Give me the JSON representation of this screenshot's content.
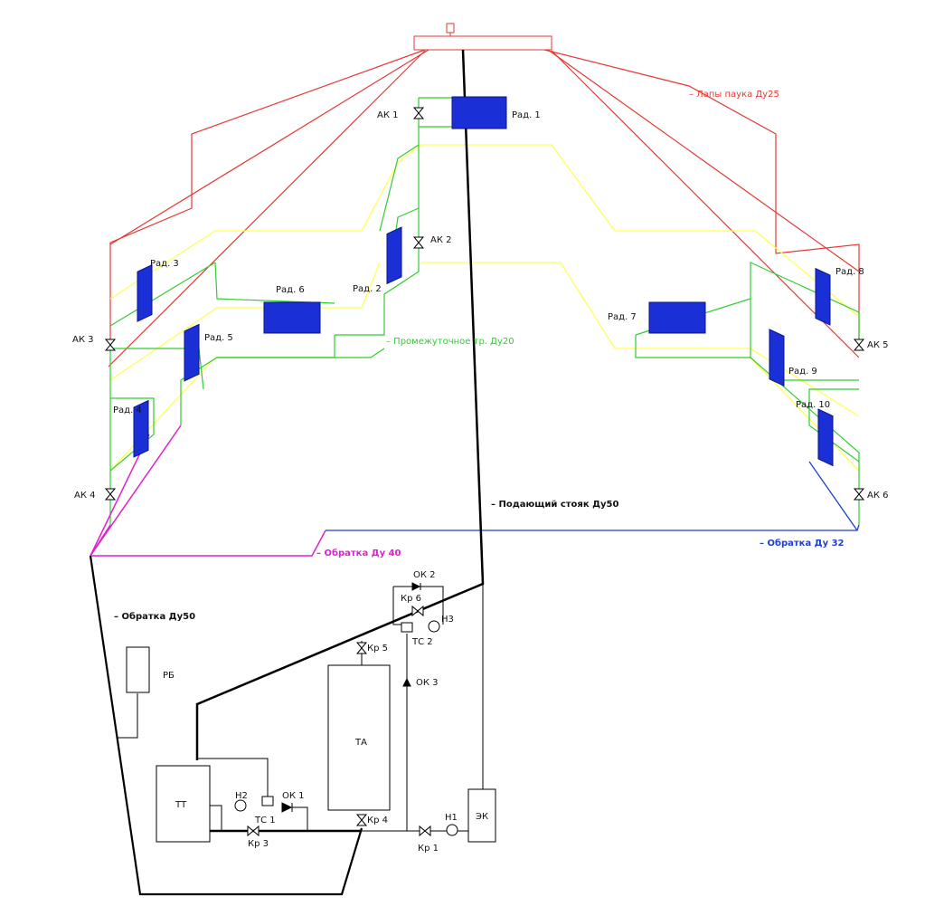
{
  "legend": {
    "spider": "– Лапы паука Ду25",
    "intermediate": "– Промежуточное тр. Ду20",
    "supply_riser": "– Подающий стояк Ду50",
    "return40": "– Обратка Ду 40",
    "return32": "– Обратка Ду 32",
    "return50": "– Обратка Ду50"
  },
  "radiators": {
    "r1": "Рад. 1",
    "r2": "Рад. 2",
    "r3": "Рад. 3",
    "r4": "Рад. 4",
    "r5": "Рад. 5",
    "r6": "Рад. 6",
    "r7": "Рад. 7",
    "r8": "Рад. 8",
    "r9": "Рад. 9",
    "r10": "Рад. 10"
  },
  "air_valves": {
    "ak1": "АК 1",
    "ak2": "АК 2",
    "ak3": "АК 3",
    "ak4": "АК 4",
    "ak5": "АК 5",
    "ak6": "АК 6"
  },
  "equipment": {
    "tt": "ТТ",
    "ta": "ТА",
    "ek": "ЭК",
    "rb": "РБ"
  },
  "fittings": {
    "ok1": "ОК 1",
    "ok2": "ОК 2",
    "ok3": "ОК 3",
    "kr1": "Кр 1",
    "kr3": "Кр 3",
    "kr4": "Кр 4",
    "kr5": "Кр 5",
    "kr6": "Кр 6",
    "n1": "Н1",
    "n2": "Н2",
    "n3": "Н3",
    "tc1": "ТС 1",
    "tc2": "ТС 2"
  },
  "colors": {
    "spider": "#e53935",
    "intermediate": "#33cc33",
    "yellow": "#ffff55",
    "supply": "#000000",
    "return40": "#e020d0",
    "return32": "#1f3fd0"
  }
}
